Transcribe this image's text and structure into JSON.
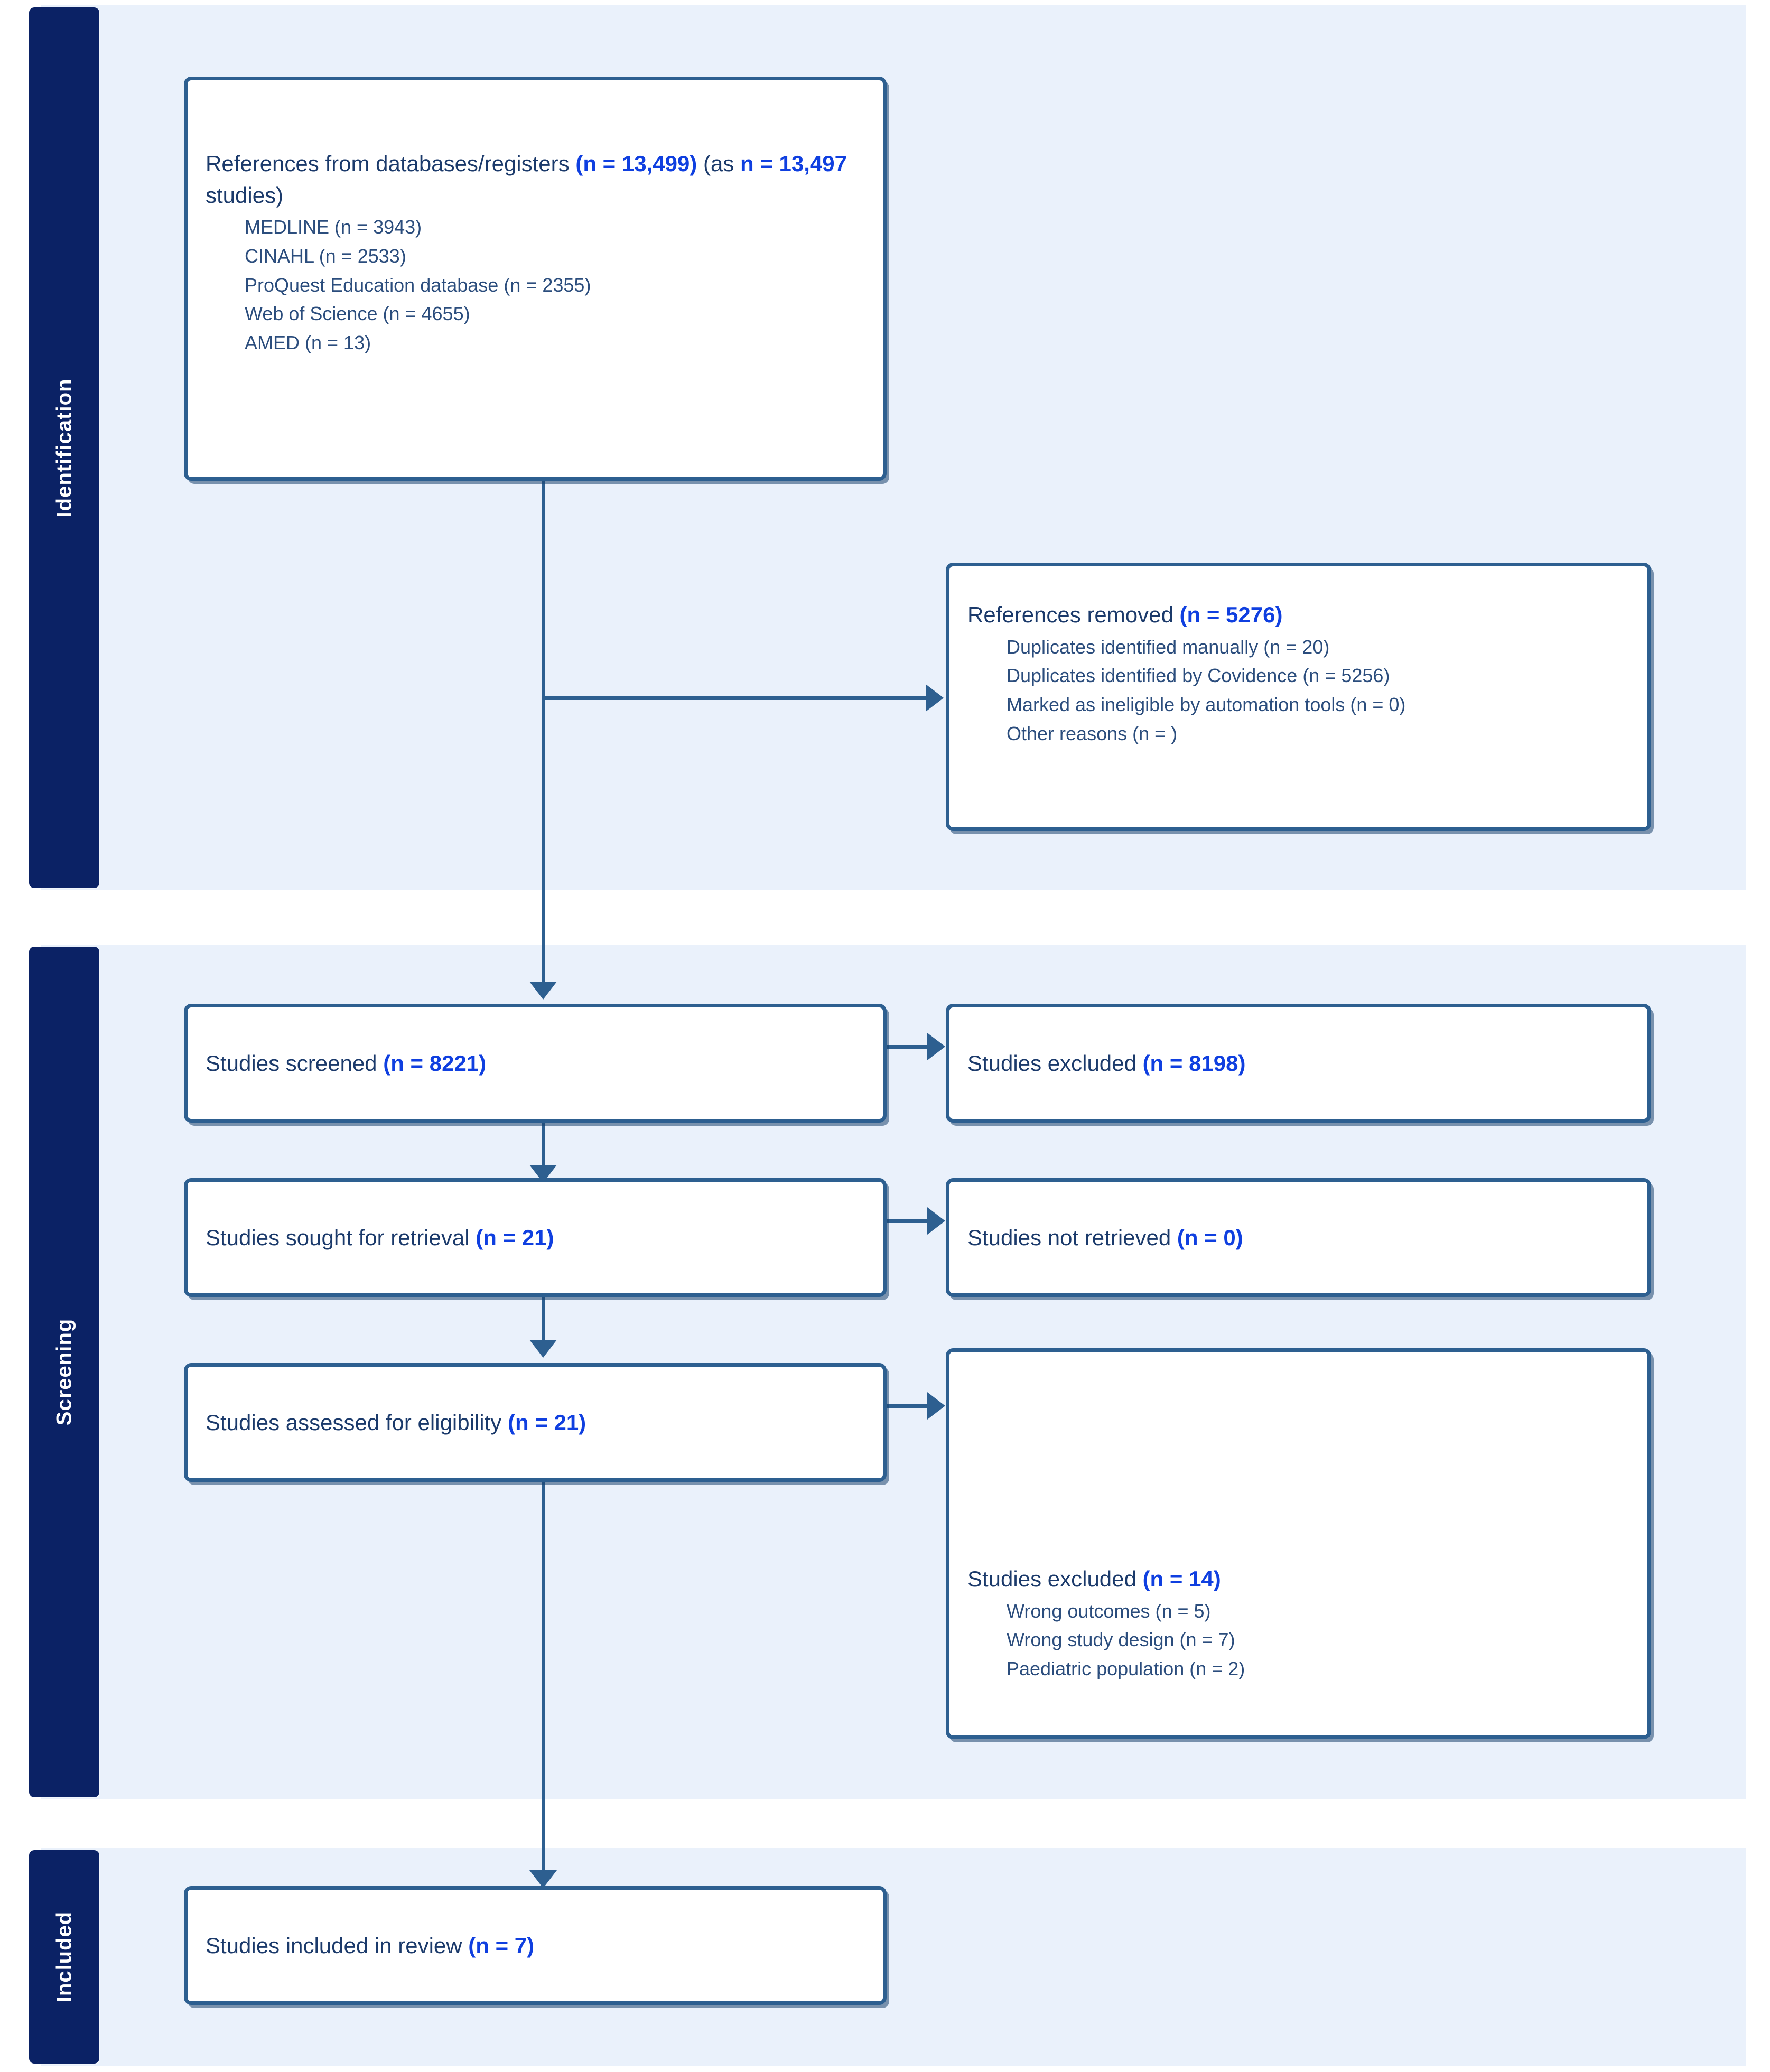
{
  "phases": [
    {
      "key": "identification",
      "label": "Identification"
    },
    {
      "key": "screening",
      "label": "Screening"
    },
    {
      "key": "included",
      "label": "Included"
    }
  ],
  "boxes": {
    "records_identified": {
      "title_plain_1": "References from databases/registers ",
      "title_num_1": "(n = 13,499)",
      "title_plain_2": " (as ",
      "title_num_2": "n = 13,497",
      "title_plain_3": " studies)",
      "sources": [
        "MEDLINE (n = 3943)",
        "CINAHL (n = 2533)",
        "ProQuest Education database (n = 2355)",
        "Web of Science (n = 4655)",
        "AMED (n = 13)"
      ]
    },
    "records_removed": {
      "title_plain": "References removed ",
      "title_num": "(n = 5276)",
      "reasons": [
        "Duplicates identified manually (n = 20)",
        "Duplicates identified by Covidence (n = 5256)",
        "Marked as ineligible by automation tools (n = 0)",
        "Other reasons (n = )"
      ]
    },
    "records_screened": {
      "title_plain": "Studies screened ",
      "title_num": "(n = 8221)"
    },
    "records_excluded": {
      "title_plain": "Studies excluded ",
      "title_num": "(n = 8198)"
    },
    "reports_sought": {
      "title_plain": "Studies sought for retrieval ",
      "title_num": "(n = 21)"
    },
    "reports_not_retrieved": {
      "title_plain": "Studies not retrieved ",
      "title_num": "(n = 0)"
    },
    "reports_assessed": {
      "title_plain": "Studies assessed for eligibility ",
      "title_num": "(n = 21)"
    },
    "reports_excluded": {
      "title_plain": "Studies excluded ",
      "title_num": "(n = 14)",
      "reasons": [
        "Wrong outcomes (n = 5)",
        "Wrong study design (n = 7)",
        "Paediatric population (n = 2)"
      ]
    },
    "studies_included": {
      "title_plain": "Studies included in review ",
      "title_num": "(n = 7)"
    }
  },
  "colors": {
    "band_background": "#eaf1fb",
    "phase_bar": "#0b2265",
    "box_border": "#2d5f90",
    "title_text": "#1b3a6b",
    "count_text": "#0f3fe0",
    "sub_text": "#2b4d7d"
  }
}
